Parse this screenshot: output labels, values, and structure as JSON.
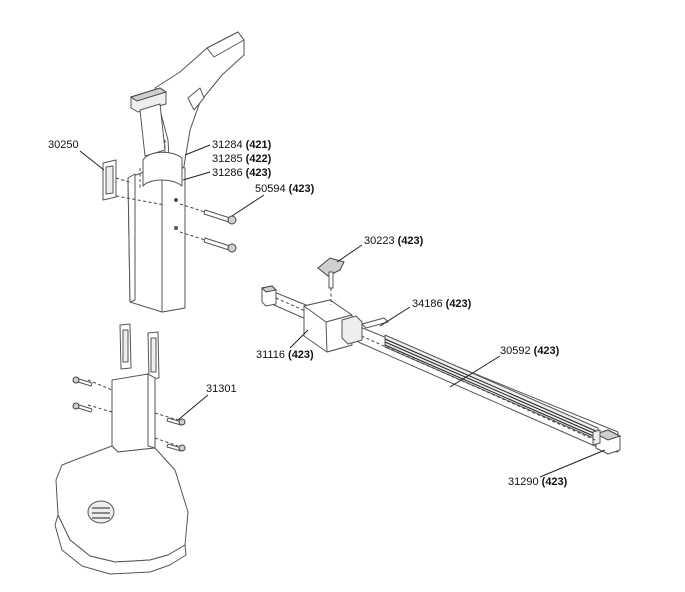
{
  "labels": [
    {
      "id": "30250",
      "num": "30250",
      "qty": ""
    },
    {
      "id": "31284",
      "num": "31284",
      "qty": "(421)"
    },
    {
      "id": "31285",
      "num": "31285",
      "qty": "(422)"
    },
    {
      "id": "31286",
      "num": "31286",
      "qty": "(423)"
    },
    {
      "id": "50594",
      "num": "50594",
      "qty": "(423)"
    },
    {
      "id": "30223",
      "num": "30223",
      "qty": "(423)"
    },
    {
      "id": "34186",
      "num": "34186",
      "qty": "(423)"
    },
    {
      "id": "31116",
      "num": "31116",
      "qty": "(423)"
    },
    {
      "id": "30592",
      "num": "30592",
      "qty": "(423)"
    },
    {
      "id": "31301",
      "num": "31301",
      "qty": ""
    },
    {
      "id": "31290",
      "num": "31290",
      "qty": "(423)"
    }
  ]
}
